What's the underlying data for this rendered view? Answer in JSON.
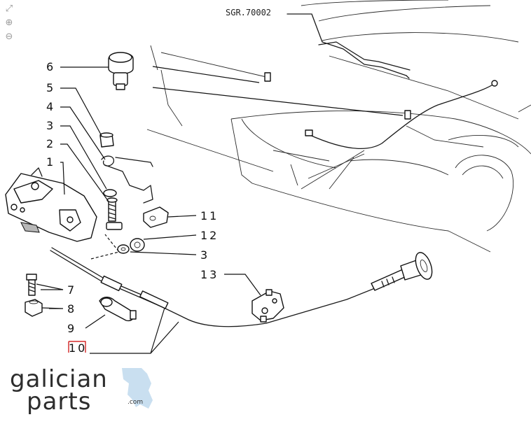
{
  "reference": "SGR.70002",
  "toolbar": {
    "fit_icon": "fit-to-screen-icon",
    "zoom_in_icon": "zoom-in-icon",
    "zoom_out_icon": "zoom-out-icon",
    "fit_glyph": "⤢",
    "zoom_in_glyph": "⊕",
    "zoom_out_glyph": "⊖"
  },
  "callouts": {
    "c1": "1",
    "c2": "2",
    "c3a": "3",
    "c4": "4",
    "c5": "5",
    "c6": "6",
    "c7": "7",
    "c8": "8",
    "c9": "9",
    "c10": "10",
    "c11": "11",
    "c12": "12",
    "c3b": "3",
    "c13": "13"
  },
  "logo": {
    "line1": "galician",
    "line2": "parts",
    "suffix": ".com",
    "map_color": "#c9dff0"
  },
  "colors": {
    "highlight": "#cc0000",
    "ink": "#111111"
  }
}
